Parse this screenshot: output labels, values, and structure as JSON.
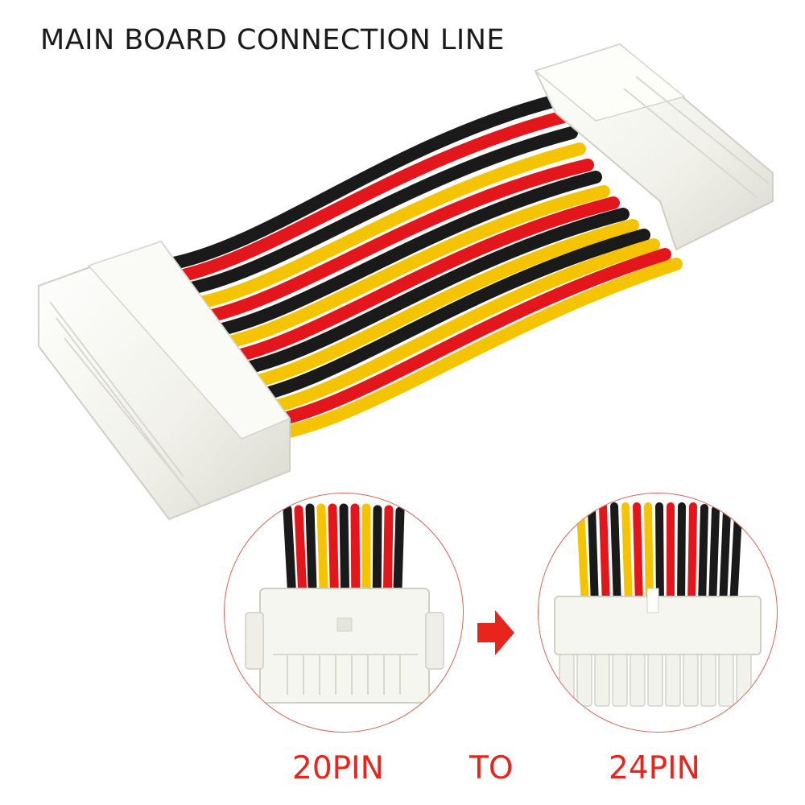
{
  "header": {
    "title": "MAIN BOARD CONNECTION LINE"
  },
  "labels": {
    "from": "20PIN",
    "to": "TO",
    "dest": "24PIN"
  },
  "colors": {
    "accent": "#e8251d",
    "wire_black": "#1a1a1a",
    "wire_red": "#e3161c",
    "wire_yellow": "#f5c400",
    "connector": "#f4f4ee"
  },
  "icons": {
    "arrow": "right-arrow-icon"
  }
}
